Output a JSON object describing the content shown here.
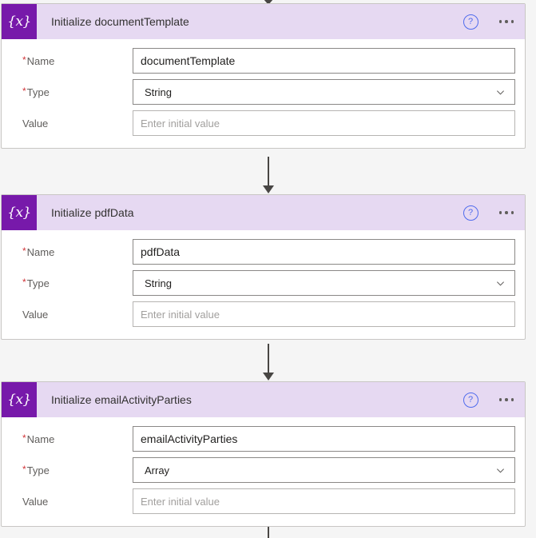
{
  "app": {
    "surface": "power-automate-flow-designer",
    "canvas_background": "#f5f5f5"
  },
  "colors": {
    "icon_purple": "#7719aa",
    "header_lavender": "#e6d9f2",
    "required_red": "#d13438",
    "help_blue": "#4f6bed",
    "card_border": "#c8c6c4",
    "connector": "#484644"
  },
  "icons": {
    "variable_icon_glyph": "{x}",
    "help_icon_glyph": "?",
    "ellipsis_icon": "more-options",
    "chevron_down_icon": "chevron-down"
  },
  "labels": {
    "name": "Name",
    "type": "Type",
    "value": "Value",
    "required_marker": "*"
  },
  "placeholders": {
    "value": "Enter initial value"
  },
  "cards": [
    {
      "title": "Initialize documentTemplate",
      "name_value": "documentTemplate",
      "type_value": "String",
      "value_value": ""
    },
    {
      "title": "Initialize pdfData",
      "name_value": "pdfData",
      "type_value": "String",
      "value_value": ""
    },
    {
      "title": "Initialize emailActivityParties",
      "name_value": "emailActivityParties",
      "type_value": "Array",
      "value_value": ""
    }
  ]
}
